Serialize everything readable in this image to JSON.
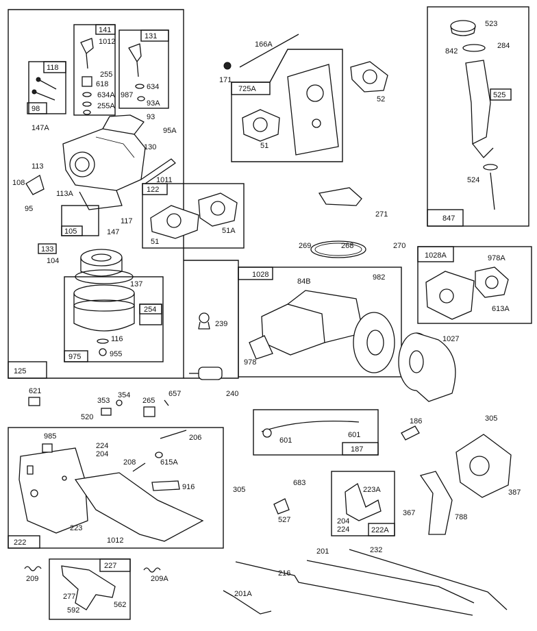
{
  "labels": [
    {
      "id": "l141",
      "text": "141"
    },
    {
      "id": "l131",
      "text": "131"
    },
    {
      "id": "l1012a",
      "text": "1012"
    },
    {
      "id": "l118",
      "text": "118"
    },
    {
      "id": "l255",
      "text": "255"
    },
    {
      "id": "l618",
      "text": "618"
    },
    {
      "id": "l634a",
      "text": "634A"
    },
    {
      "id": "l255a",
      "text": "255A"
    },
    {
      "id": "l987",
      "text": "987"
    },
    {
      "id": "l634",
      "text": "634"
    },
    {
      "id": "l93a",
      "text": "93A"
    },
    {
      "id": "l98",
      "text": "98"
    },
    {
      "id": "l147a",
      "text": "147A"
    },
    {
      "id": "l93",
      "text": "93"
    },
    {
      "id": "l95a",
      "text": "95A"
    },
    {
      "id": "l130",
      "text": "130"
    },
    {
      "id": "l113",
      "text": "113"
    },
    {
      "id": "l108",
      "text": "108"
    },
    {
      "id": "l113a",
      "text": "113A"
    },
    {
      "id": "l95",
      "text": "95"
    },
    {
      "id": "l105",
      "text": "105"
    },
    {
      "id": "l117",
      "text": "117"
    },
    {
      "id": "l147",
      "text": "147"
    },
    {
      "id": "l133",
      "text": "133"
    },
    {
      "id": "l104",
      "text": "104"
    },
    {
      "id": "l137",
      "text": "137"
    },
    {
      "id": "l254",
      "text": "254"
    },
    {
      "id": "l116",
      "text": "116"
    },
    {
      "id": "l975",
      "text": "975"
    },
    {
      "id": "l955",
      "text": "955"
    },
    {
      "id": "l125",
      "text": "125"
    },
    {
      "id": "l1011",
      "text": "1011"
    },
    {
      "id": "l122",
      "text": "122"
    },
    {
      "id": "l51b",
      "text": "51"
    },
    {
      "id": "l51ab",
      "text": "51A"
    },
    {
      "id": "l166a",
      "text": "166A"
    },
    {
      "id": "l171",
      "text": "171"
    },
    {
      "id": "l725a",
      "text": "725A"
    },
    {
      "id": "l52",
      "text": "52"
    },
    {
      "id": "l51",
      "text": "51"
    },
    {
      "id": "l523",
      "text": "523"
    },
    {
      "id": "l842",
      "text": "842"
    },
    {
      "id": "l284",
      "text": "284"
    },
    {
      "id": "l525",
      "text": "525"
    },
    {
      "id": "l524",
      "text": "524"
    },
    {
      "id": "l847",
      "text": "847"
    },
    {
      "id": "l271",
      "text": "271"
    },
    {
      "id": "l269",
      "text": "269"
    },
    {
      "id": "l268",
      "text": "268"
    },
    {
      "id": "l270",
      "text": "270"
    },
    {
      "id": "l1028a",
      "text": "1028A"
    },
    {
      "id": "l978a",
      "text": "978A"
    },
    {
      "id": "l613a",
      "text": "613A"
    },
    {
      "id": "l1028",
      "text": "1028"
    },
    {
      "id": "l84b",
      "text": "84B"
    },
    {
      "id": "l982",
      "text": "982"
    },
    {
      "id": "l239",
      "text": "239"
    },
    {
      "id": "l978",
      "text": "978"
    },
    {
      "id": "l1027",
      "text": "1027"
    },
    {
      "id": "l240",
      "text": "240"
    },
    {
      "id": "l621",
      "text": "621"
    },
    {
      "id": "l353",
      "text": "353"
    },
    {
      "id": "l354",
      "text": "354"
    },
    {
      "id": "l265",
      "text": "265"
    },
    {
      "id": "l657",
      "text": "657"
    },
    {
      "id": "l520",
      "text": "520"
    },
    {
      "id": "l186",
      "text": "186"
    },
    {
      "id": "l305a",
      "text": "305"
    },
    {
      "id": "l601a",
      "text": "601"
    },
    {
      "id": "l601b",
      "text": "601"
    },
    {
      "id": "l187",
      "text": "187"
    },
    {
      "id": "l985",
      "text": "985"
    },
    {
      "id": "l224",
      "text": "224"
    },
    {
      "id": "l204",
      "text": "204"
    },
    {
      "id": "l206",
      "text": "206"
    },
    {
      "id": "l208",
      "text": "208"
    },
    {
      "id": "l615a",
      "text": "615A"
    },
    {
      "id": "l916",
      "text": "916"
    },
    {
      "id": "l223",
      "text": "223"
    },
    {
      "id": "l1012b",
      "text": "1012"
    },
    {
      "id": "l222",
      "text": "222"
    },
    {
      "id": "l305b",
      "text": "305"
    },
    {
      "id": "l683",
      "text": "683"
    },
    {
      "id": "l527",
      "text": "527"
    },
    {
      "id": "l223a",
      "text": "223A"
    },
    {
      "id": "l204b",
      "text": "204"
    },
    {
      "id": "l224b",
      "text": "224"
    },
    {
      "id": "l222a",
      "text": "222A"
    },
    {
      "id": "l367",
      "text": "367"
    },
    {
      "id": "l788",
      "text": "788"
    },
    {
      "id": "l387",
      "text": "387"
    },
    {
      "id": "l201",
      "text": "201"
    },
    {
      "id": "l232",
      "text": "232"
    },
    {
      "id": "l216",
      "text": "216"
    },
    {
      "id": "l201a",
      "text": "201A"
    },
    {
      "id": "l209",
      "text": "209"
    },
    {
      "id": "l227",
      "text": "227"
    },
    {
      "id": "l209a",
      "text": "209A"
    },
    {
      "id": "l277",
      "text": "277"
    },
    {
      "id": "l562",
      "text": "562"
    },
    {
      "id": "l592",
      "text": "592"
    }
  ]
}
